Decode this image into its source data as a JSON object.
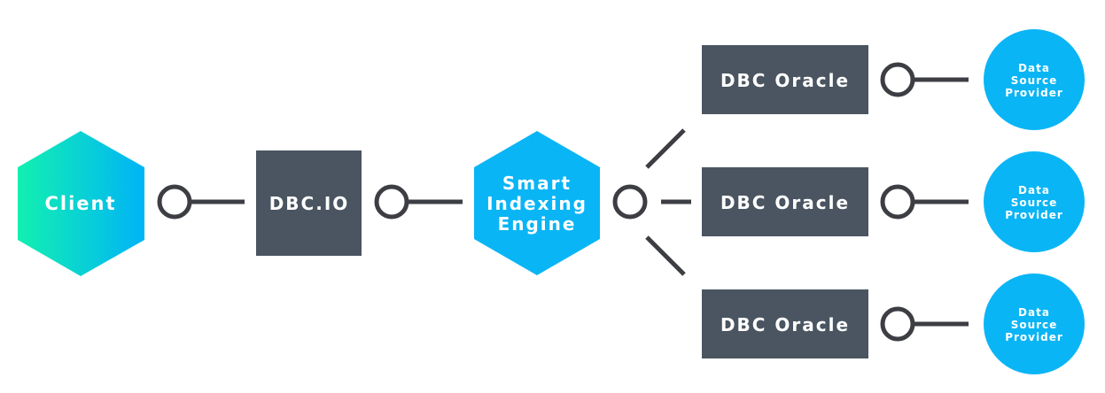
{
  "diagram": {
    "client": {
      "label": "Client"
    },
    "gateway": {
      "label": "DBC.IO"
    },
    "engine": {
      "lines": [
        "Smart",
        "Indexing",
        "Engine"
      ]
    },
    "oracles": [
      {
        "label": "DBC Oracle",
        "provider": [
          "Data",
          "Source",
          "Provider"
        ]
      },
      {
        "label": "DBC Oracle",
        "provider": [
          "Data",
          "Source",
          "Provider"
        ]
      },
      {
        "label": "DBC Oracle",
        "provider": [
          "Data",
          "Source",
          "Provider"
        ]
      }
    ],
    "colors": {
      "gradient_start": "#12f0b0",
      "gradient_end": "#00b4f7",
      "blue": "#0ab5f5",
      "slate": "#4a5561",
      "connector": "#3c3e43"
    }
  }
}
